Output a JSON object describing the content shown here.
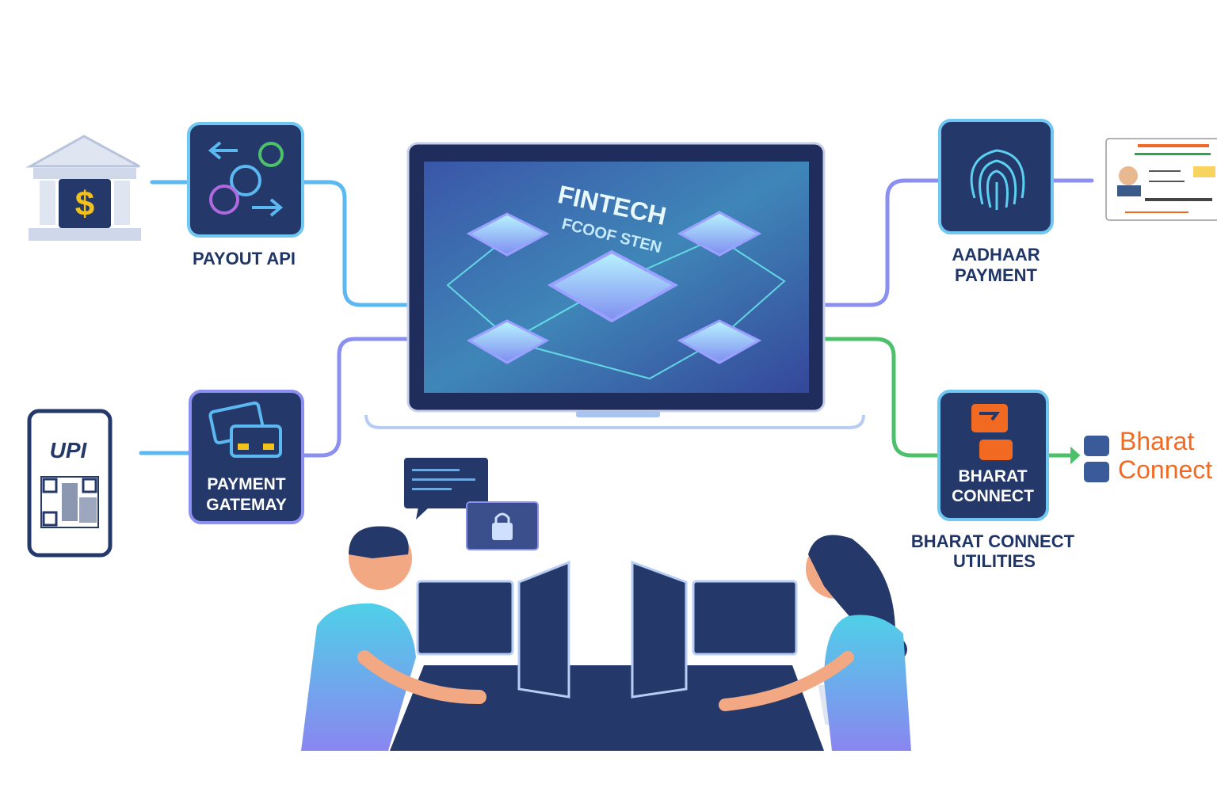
{
  "colors": {
    "navy": "#24386a",
    "line_blue": "#5bb8f0",
    "line_purple": "#8b8ff0",
    "line_green": "#4cc06a",
    "orange": "#f26a21",
    "gold": "#f2c21b"
  },
  "bank": {
    "symbol": "$"
  },
  "payout": {
    "label": "PAYOUT API"
  },
  "aadhaar": {
    "label_line1": "AADHAAR",
    "label_line2": "PAYMENT"
  },
  "gateway": {
    "tile_line1": "PAYMENT",
    "tile_line2": "GATEMAY"
  },
  "upi": {
    "logo": "UPI"
  },
  "bharat": {
    "tile_line1": "BHARAT",
    "tile_line2": "CONNECT",
    "label_line1": "BHARAT CONNECT",
    "label_line2": "UTILITIES",
    "logo_line1": "Bharat",
    "logo_line2": "Connect"
  },
  "screen": {
    "title_line1": "FINTECH",
    "title_line2": "FCOOF STEN"
  }
}
